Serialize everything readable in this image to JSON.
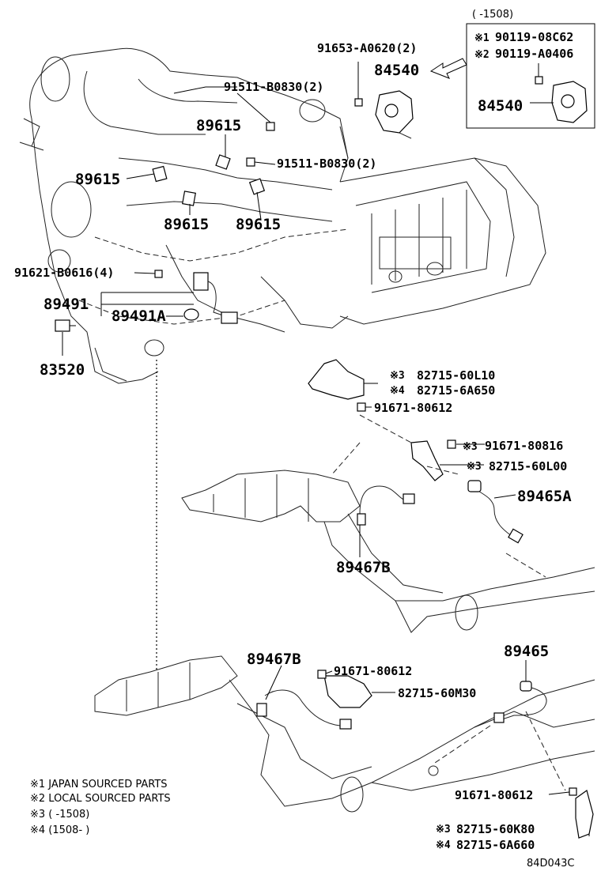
{
  "callouts": {
    "p91653": "91653-A0620(2)",
    "p84540_main": "84540",
    "p91511_a": "91511-B0830(2)",
    "p89615_a": "89615",
    "p91511_b": "91511-B0830(2)",
    "p89615_left": "89615",
    "p89615_c": "89615",
    "p89615_d": "89615",
    "p91621": "91621-B0616(4)",
    "p89491": "89491",
    "p89491A": "89491A",
    "p83520": "83520",
    "p82715_60L10": "82715-60L10",
    "p82715_6A650": "82715-6A650",
    "p91671_80612_a": "91671-80612",
    "p91671_80816": "91671-80816",
    "p82715_60L00": "82715-60L00",
    "p89465A": "89465A",
    "p89467B_a": "89467B",
    "p89467B_b": "89467B",
    "p91671_80612_b": "91671-80612",
    "p82715_60M30": "82715-60M30",
    "p89465": "89465",
    "p91671_80612_c": "91671-80612",
    "p82715_60K80": "82715-60K80",
    "p82715_6A660": "82715-6A660"
  },
  "marks": {
    "m3_60L10": "※3",
    "m4_6A650": "※4",
    "m3_80816": "※3",
    "m3_60L00": "※3",
    "m3_60K80": "※3",
    "m4_6A660": "※4"
  },
  "inset": {
    "header": "(     -1508)",
    "line1_mark": "※1",
    "line1_part": "90119-08C62",
    "line2_mark": "※2",
    "line2_part": "90119-A0406",
    "part": "84540"
  },
  "legend": {
    "line1": "※1 JAPAN SOURCED PARTS",
    "line2": "※2 LOCAL SOURCED PARTS",
    "line3": "※3 (       -1508)",
    "line4": "※4 (1508-       )"
  },
  "diagram_code": "84D043C"
}
